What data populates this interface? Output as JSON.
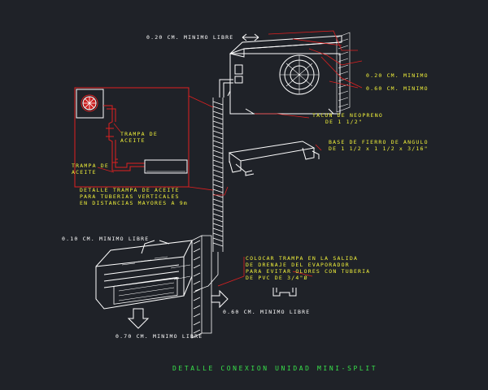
{
  "title": "DETALLE CONEXION UNIDAD MINI-SPLIT",
  "labels": {
    "outdoor_clearance_top": "0.20 CM. MINIMO LIBRE",
    "outdoor_clearance_back_1": "0.20 CM. MINIMO",
    "outdoor_clearance_back_2": "0.60 CM. MINIMO",
    "neoprene_pad_1": "TACON DE NEOPRENO",
    "neoprene_pad_2": "DE 1 1/2\"",
    "angle_base_1": "BASE DE FIERRO DE ANGULO",
    "angle_base_2": "DE 1 1/2 x 1 1/2 x 3/16\"",
    "oil_trap_top_1": "TRAMPA DE",
    "oil_trap_top_2": "ACEITE",
    "oil_trap_bottom_1": "TRAMPA DE",
    "oil_trap_bottom_2": "ACEITE",
    "detail_note_1": "DETALLE TRAMPA DE ACEITE",
    "detail_note_2": "PARA TUBERIAS VERTICALES",
    "detail_note_3": "EN DISTANCIAS MAYORES A 9m",
    "indoor_clearance_top": "0.10 CM. MINIMO LIBRE",
    "drain_note_1": "COLOCAR TRAMPA EN LA SALIDA",
    "drain_note_2": "DE DRENAJE DEL EVAPORADOR",
    "drain_note_3": "PARA EVITAR OLORES CON TUBERIA",
    "drain_note_4": "DE PVC DE 3/4\"Ø",
    "indoor_clearance_side": "0.60 CM. MINIMO LIBRE",
    "indoor_clearance_bottom": "0.70 CM. MINIMO LIBRE"
  },
  "colors": {
    "background": "#1f2228",
    "outline": "#ffffff",
    "annotation": "#f2f23a",
    "clearance": "#38e04a",
    "leader": "#e02020",
    "piping": "#e02020"
  }
}
